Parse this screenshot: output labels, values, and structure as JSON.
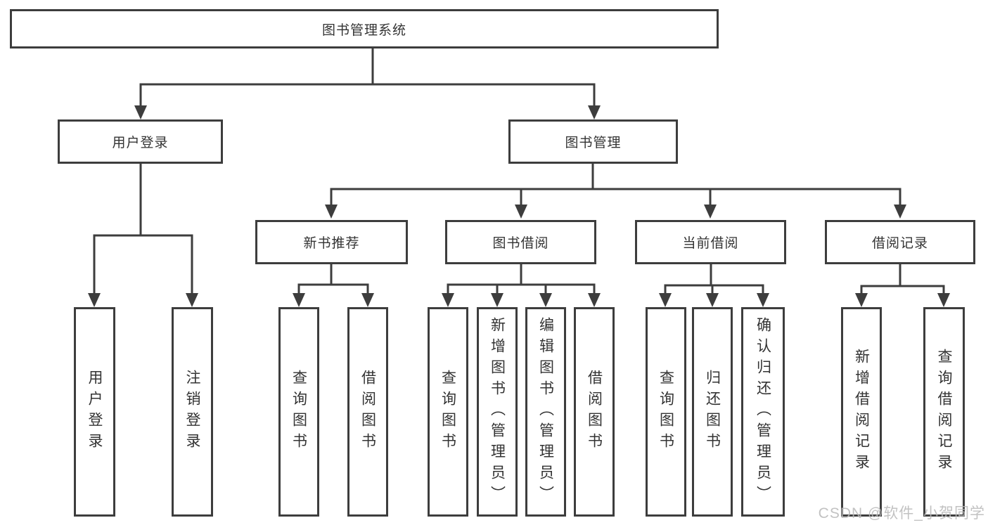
{
  "diagram": {
    "root": {
      "label": "图书管理系统"
    },
    "nodes": {
      "user_login": {
        "label": "用户登录"
      },
      "book_mgmt": {
        "label": "图书管理"
      },
      "new_books": {
        "label": "新书推荐"
      },
      "book_borrow": {
        "label": "图书借阅"
      },
      "current_borrow": {
        "label": "当前借阅"
      },
      "borrow_records": {
        "label": "借阅记录"
      }
    },
    "leaves": {
      "user_login": [
        "用户登录",
        "注销登录"
      ],
      "new_books": [
        "查询图书",
        "借阅图书"
      ],
      "book_borrow": [
        "查询图书",
        "新增图书（管理员）",
        "编辑图书（管理员）",
        "借阅图书"
      ],
      "current_borrow": [
        "查询图书",
        "归还图书",
        "确认归还（管理员）"
      ],
      "borrow_records": [
        "新增借阅记录",
        "查询借阅记录"
      ]
    }
  },
  "watermark": {
    "text": "CSDN @软件_小贺同学"
  },
  "colors": {
    "line": "#3d3d3d",
    "box_border": "#3d3d3d",
    "text": "#333333",
    "watermark": "#b9b9b9",
    "background": "#ffffff"
  }
}
